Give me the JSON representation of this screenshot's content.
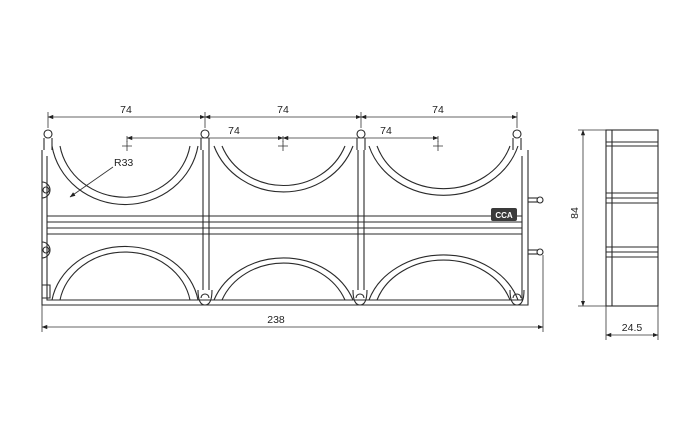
{
  "drawing": {
    "dims": {
      "top_spacing": [
        "74",
        "74",
        "74"
      ],
      "center_spacing": [
        "74",
        "74"
      ],
      "radius": "R33",
      "overall_width": "238",
      "height": "84",
      "depth": "24.5"
    },
    "logo_text": "CCA",
    "colors": {
      "line": "#2a2a2a",
      "background": "#ffffff",
      "logo": "#3a3a3a"
    }
  }
}
